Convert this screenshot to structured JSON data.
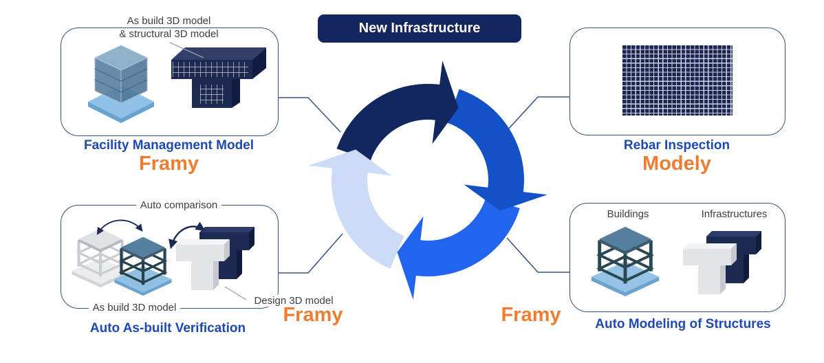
{
  "badge": {
    "label": "New Infrastructure"
  },
  "panels": {
    "facility": {
      "callout_label_line1": "As build 3D model",
      "callout_label_line2": "& structural 3D model",
      "caption": "Facility Management Model",
      "product": "Framy"
    },
    "rebar": {
      "caption": "Rebar Inspection",
      "product": "Modely"
    },
    "verification": {
      "legend_top": "Auto comparison",
      "label_as_build": "As build 3D model",
      "label_design": "Design 3D model",
      "caption": "Auto As-built Verification",
      "product": "Framy"
    },
    "modeling": {
      "label_buildings": "Buildings",
      "label_infrastructures": "Infrastructures",
      "caption": "Auto Modeling of Structures",
      "product": "Framy"
    }
  },
  "colors": {
    "caption_blue": "#1e49b0",
    "product_orange": "#ef7d31",
    "badge_bg": "#14265e",
    "panel_border": "#35517e",
    "arrow_navy": "#12275e",
    "arrow_blue": "#1451c9",
    "arrow_bright_blue": "#2165ef",
    "arrow_light_blue": "#ccdcf6",
    "rebar_navy": "#1b2750"
  }
}
